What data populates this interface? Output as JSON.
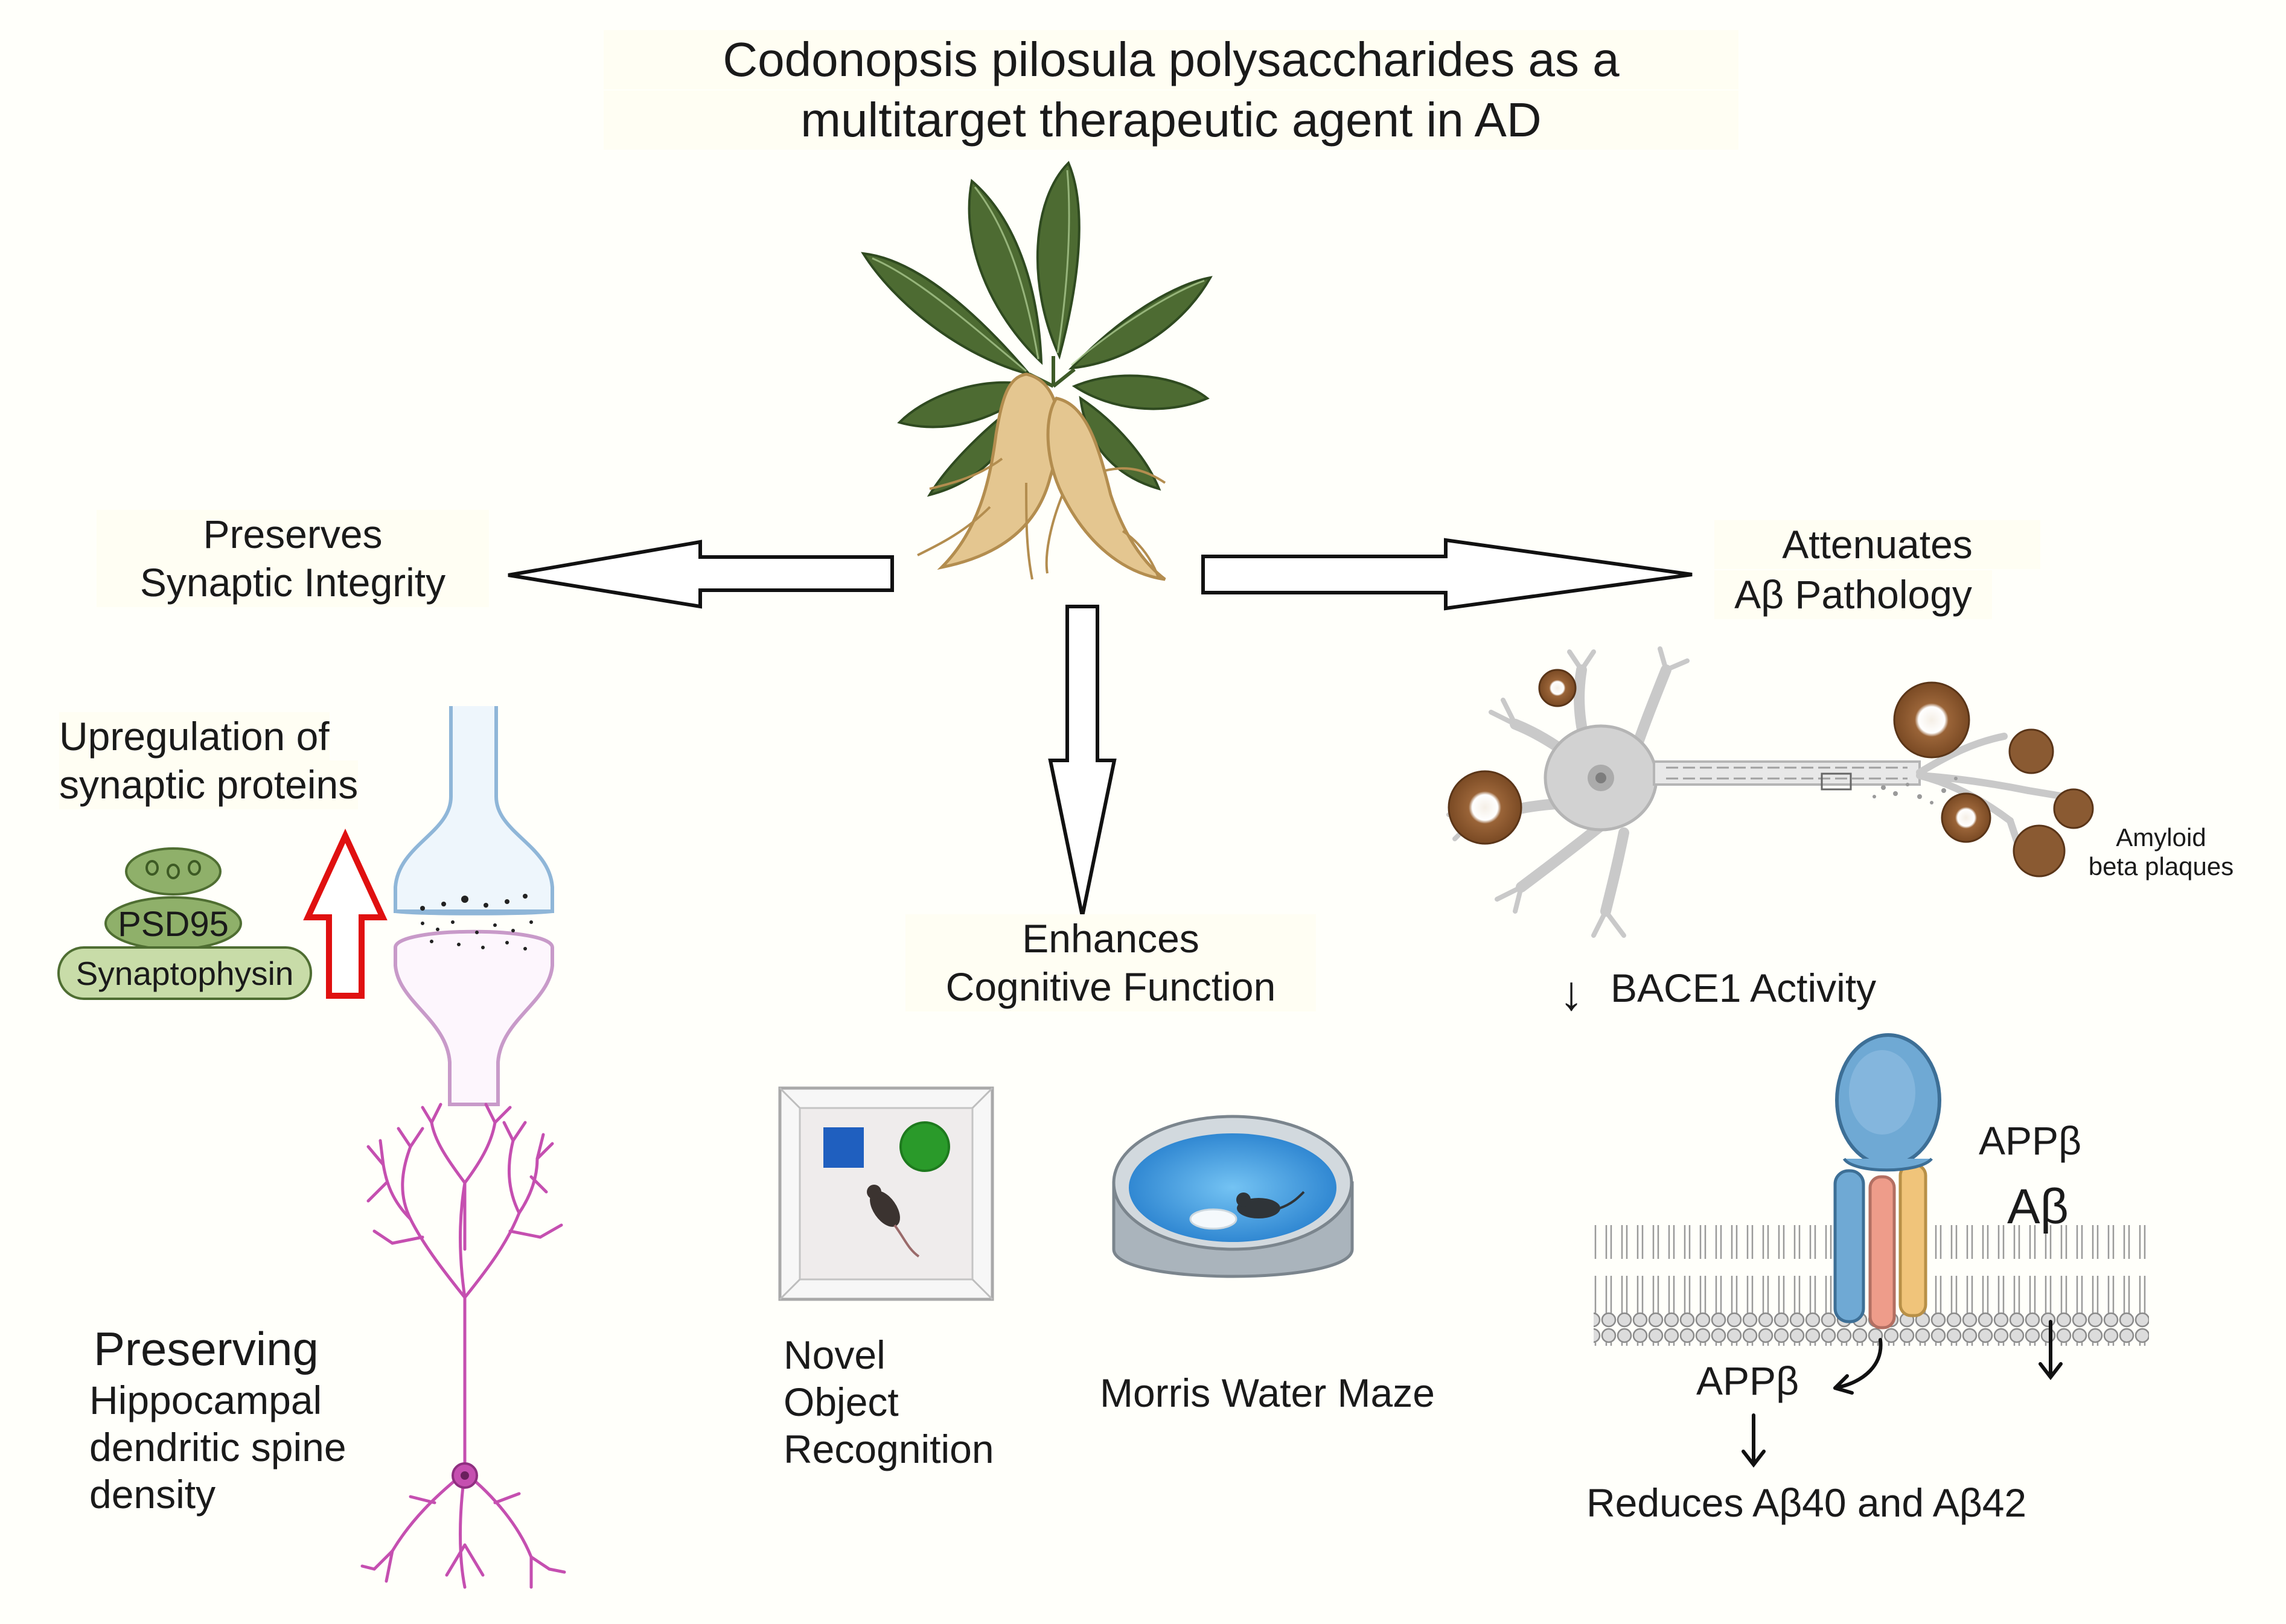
{
  "title": {
    "line1": "Codonopsis pilosula polysaccharides as a",
    "line2": "multitarget therapeutic agent in AD"
  },
  "synaptic": {
    "heading_line1": "Preserves",
    "heading_line2": "Synaptic Integrity",
    "sub_line1": "Upregulation of",
    "sub_line2": "synaptic proteins",
    "protein_1": "PSD95",
    "protein_2": "Synaptophysin"
  },
  "hippocampal": {
    "line1": "Preserving",
    "line2": "Hippocampal",
    "line3": "dendritic spine",
    "line4": "density"
  },
  "cognitive": {
    "heading_line1": "Enhances",
    "heading_line2": "Cognitive Function",
    "test_1_line1": "Novel",
    "test_1_line2": "Object",
    "test_1_line3": "Recognition",
    "test_2": "Morris Water Maze"
  },
  "abeta": {
    "heading_line1": "Attenuates",
    "heading_line2": "Aβ Pathology",
    "plaques_line1": "Amyloid",
    "plaques_line2": "beta plaques",
    "bace1_arrow": "↓",
    "bace1": "BACE1 Activity",
    "app_top": "APPβ",
    "abeta_label": "Aβ",
    "app_bottom": "APPβ",
    "reduces": "Reduces Aβ40 and Aβ42"
  },
  "colors": {
    "leaf": "#4d6b32",
    "root": "#e4c690",
    "presynaptic": "#8fb6d8",
    "postsynaptic": "#c89ac9",
    "protein_green": "#8fb06a",
    "up_arrow": "#e01010",
    "neuron": "#c9c9c9",
    "plaque": "#8a5a32",
    "water": "#3d9ddf",
    "bace_blue": "#6fa9d4",
    "app_pink": "#ee9c8a",
    "app_gold": "#f0c47a",
    "dendrite_pink": "#c54fb0"
  }
}
